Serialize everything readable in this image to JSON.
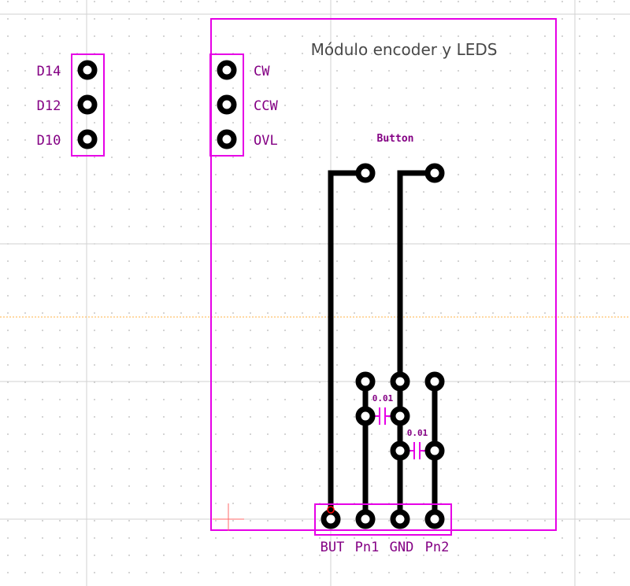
{
  "title": "Módulo encoder y LEDS",
  "colors": {
    "background": "#ffffff",
    "grid": "#b4b4b4",
    "outline": "#e600e6",
    "silkscreen": "#840084",
    "copper": "#000000",
    "pad_fill": "#ffffff",
    "axis": "#ffb347",
    "origin": "#ff0000"
  },
  "connector_left": {
    "labels": [
      "D14",
      "D12",
      "D10"
    ]
  },
  "connector_encoder": {
    "labels": [
      "CW",
      "CCW",
      "OVL"
    ]
  },
  "button": {
    "label": "Button"
  },
  "capacitors": [
    {
      "value": "0.01"
    },
    {
      "value": "0.01"
    }
  ],
  "connector_bottom": {
    "labels": [
      "BUT",
      "Pn1",
      "GND",
      "Pn2"
    ]
  }
}
